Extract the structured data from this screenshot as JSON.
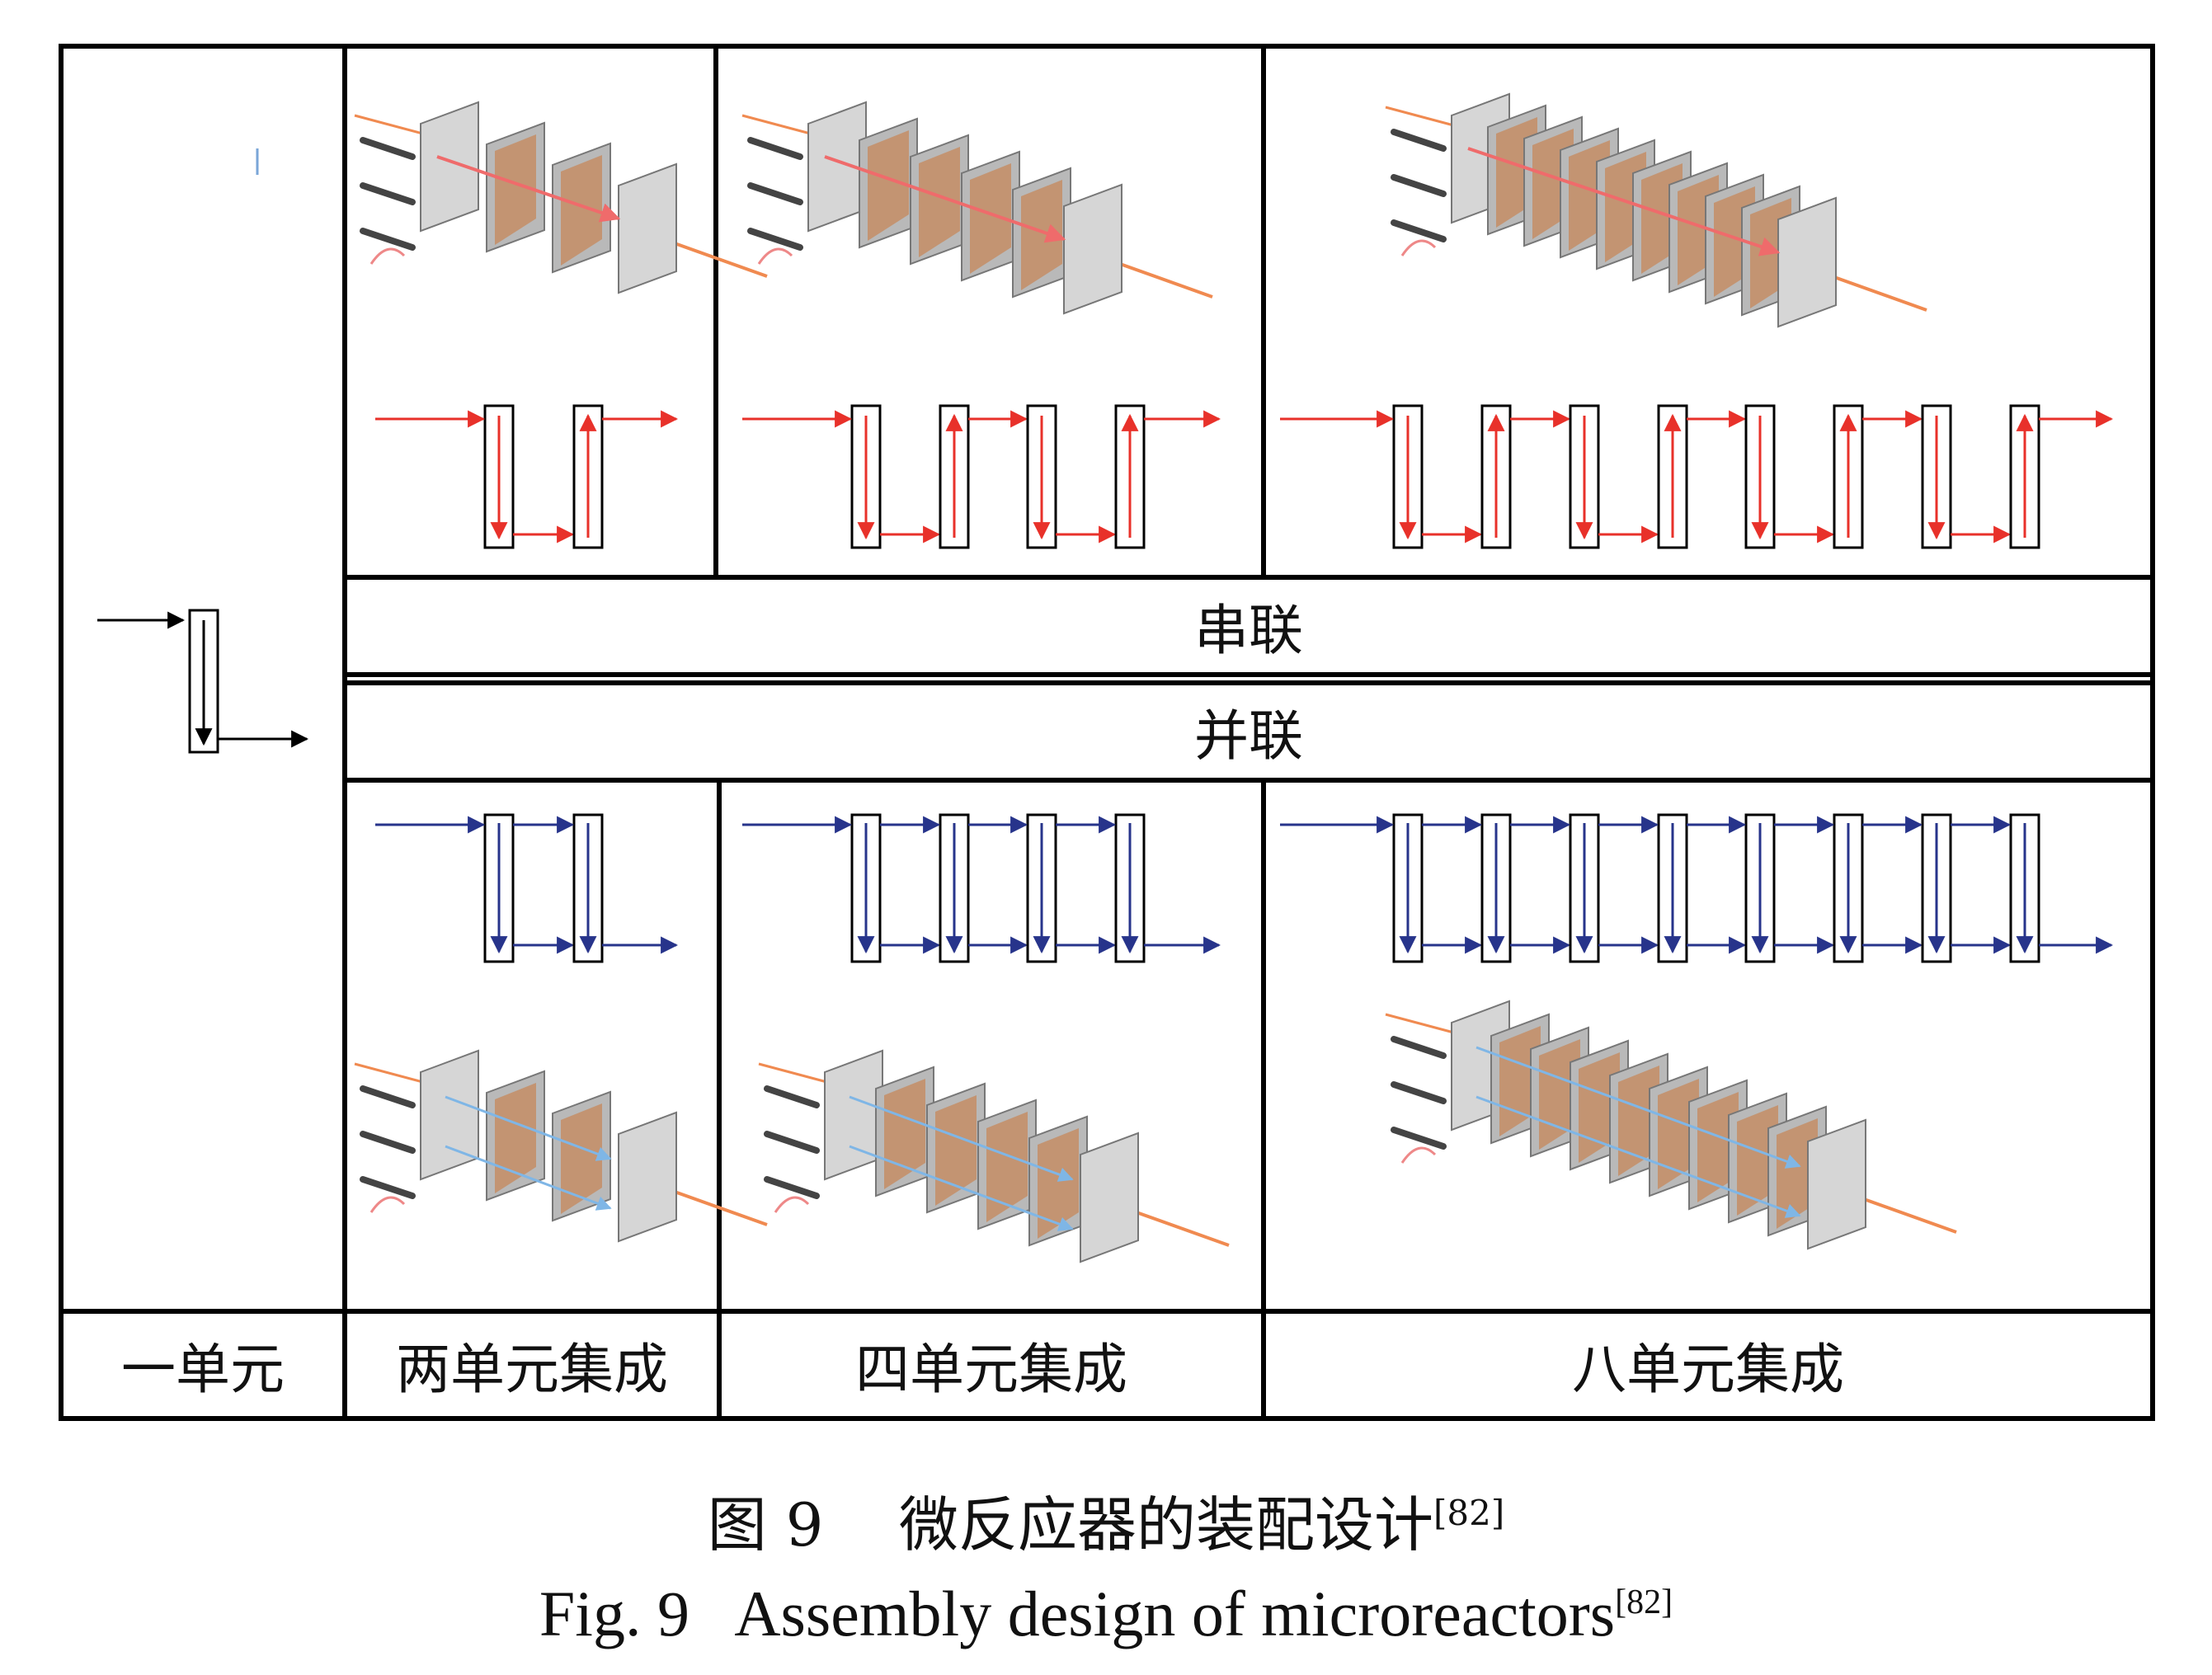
{
  "labels": {
    "series": "串联",
    "parallel": "并联",
    "one_unit": "一单元",
    "two_units": "两单元集成",
    "four_units": "四单元集成",
    "eight_units": "八单元集成"
  },
  "caption": {
    "cn_prefix": "图 9",
    "cn_title": "微反应器的装配设计",
    "cn_ref": "[82]",
    "en_prefix": "Fig. 9",
    "en_title": "Assembly design of microreactors",
    "en_ref": "[82]"
  },
  "colors": {
    "series_arrow": "#e8312a",
    "parallel_arrow": "#27348b",
    "frame": "#000000",
    "plate": "#b9b9b9",
    "catalyst": "#c4906a",
    "light_beam": "#f08a50",
    "inner_flow": "#7fb6e6"
  },
  "groups": [
    {
      "label_key": "two_units",
      "units": 2
    },
    {
      "label_key": "four_units",
      "units": 4
    },
    {
      "label_key": "eight_units",
      "units": 8
    }
  ]
}
